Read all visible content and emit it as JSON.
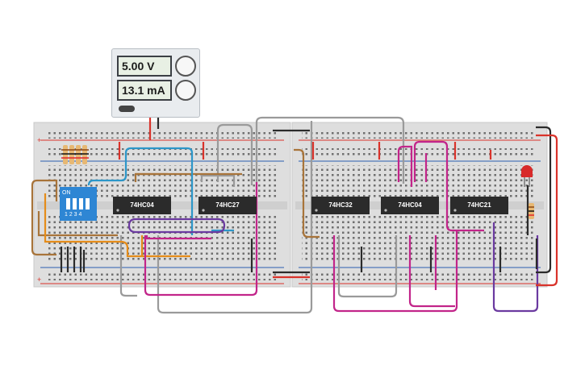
{
  "power_supply": {
    "voltage": "5.00 V",
    "current": "13.1 mA"
  },
  "dip_switch": {
    "on_label": "ON",
    "numbers": "1 2 3 4"
  },
  "chips": [
    {
      "label": "74HC04"
    },
    {
      "label": "74HC27"
    },
    {
      "label": "74HC32"
    },
    {
      "label": "74HC04"
    },
    {
      "label": "74HC21"
    }
  ],
  "colors": {
    "breadboard": "#dcdcdc",
    "rail_red": "#d9332b",
    "rail_blue": "#2a5db0",
    "wire_brown": "#a8743a",
    "wire_gray": "#9a9a9a",
    "wire_magenta": "#c2258a",
    "wire_purple": "#6b3aa0",
    "wire_orange": "#e58c1a",
    "wire_blue": "#2d97c9",
    "chip": "#2b2b2b",
    "dip_body": "#2e86d4"
  }
}
